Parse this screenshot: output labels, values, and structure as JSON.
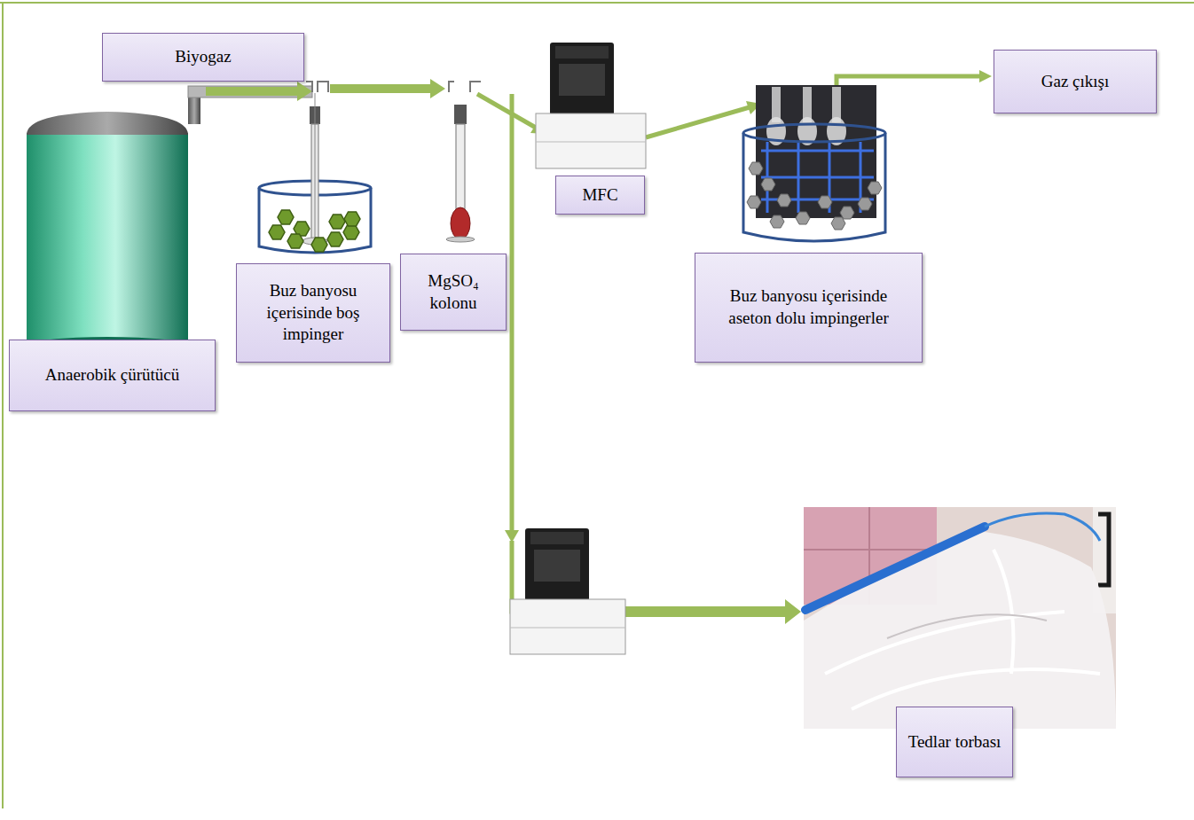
{
  "diagram": {
    "nodes": [
      {
        "text": [
          "Biyogaz"
        ]
      },
      {
        "text": [
          "Anaerobik çürütücü"
        ]
      },
      {
        "text": [
          "Buz banyosu içerisinde boş impinger"
        ]
      },
      {
        "text": [
          "MgSO₄ kolonu"
        ]
      },
      {
        "text": [
          "MFC"
        ]
      },
      {
        "text": [
          "Buz banyosu içerisinde aseton dolu impingerler"
        ]
      },
      {
        "text": [
          "Gaz çıkışı"
        ]
      },
      {
        "text": [
          "Tedlar torbası"
        ]
      }
    ]
  }
}
